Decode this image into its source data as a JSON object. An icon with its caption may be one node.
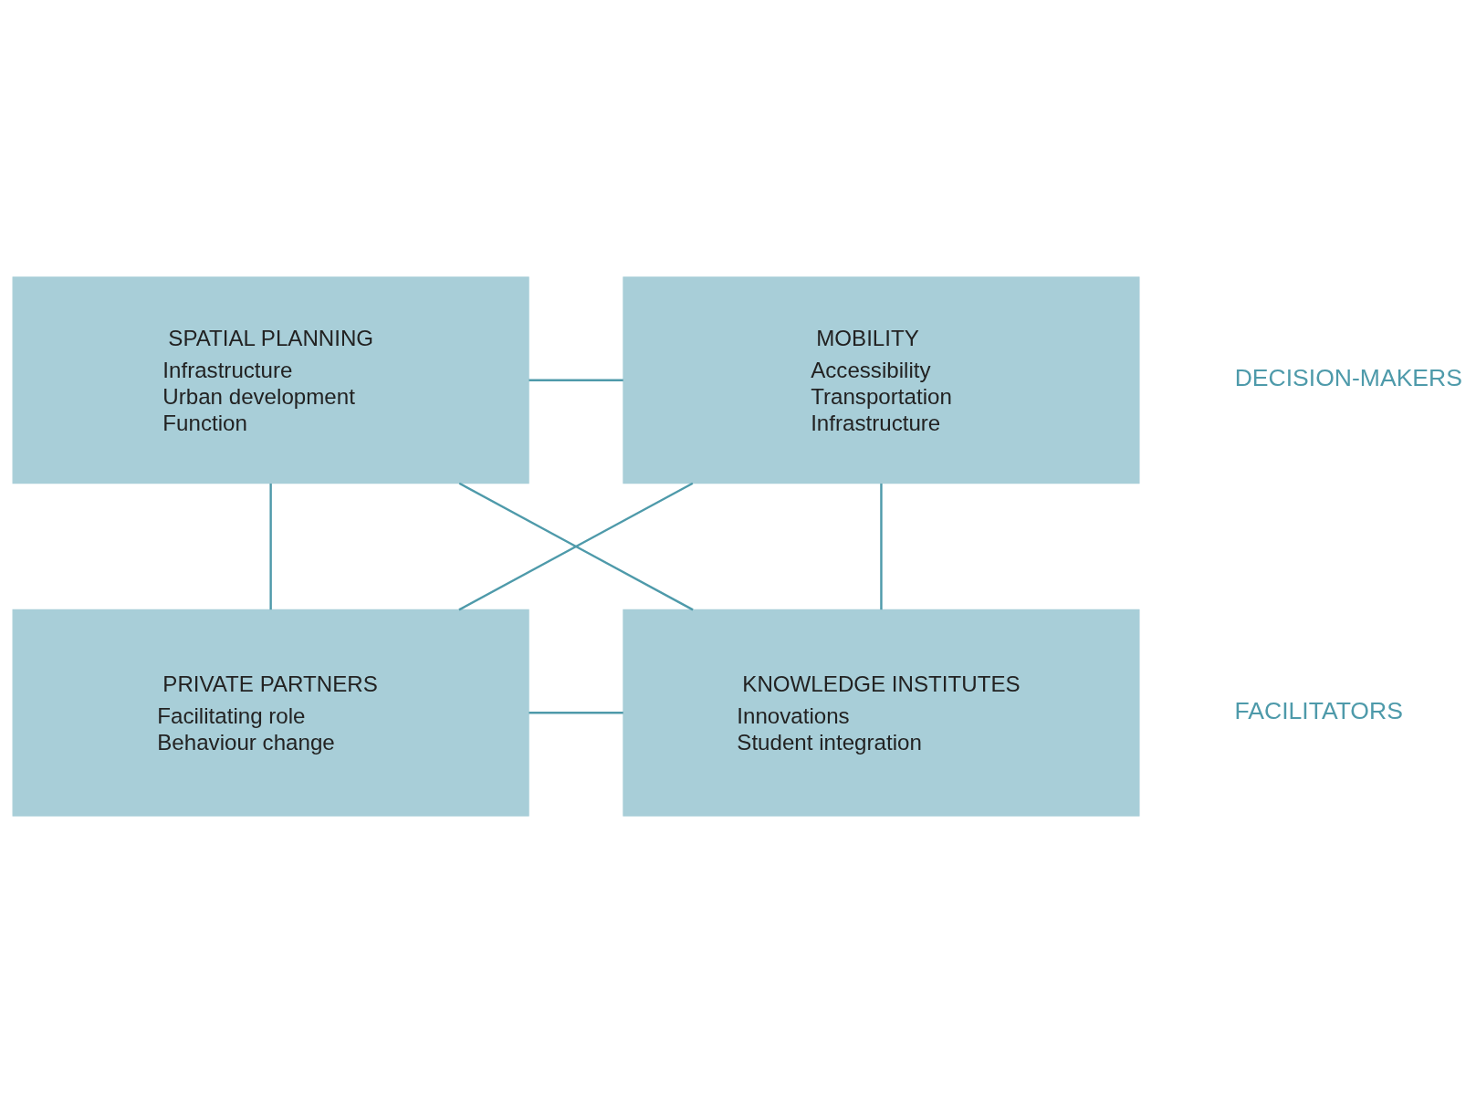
{
  "diagram": {
    "nodes": [
      {
        "text": [
          "SPATIAL PLANNING",
          "Infrastructure",
          "Urban development",
          "Function"
        ]
      },
      {
        "text": [
          "MOBILITY",
          "Accessibility",
          "Transportation",
          "Infrastructure"
        ]
      },
      {
        "text": [
          "PRIVATE PARTNERS",
          "Facilitating role",
          "Behaviour change"
        ]
      },
      {
        "text": [
          "KNOWLEDGE INSTITUTES",
          "Innovations",
          "Student integration"
        ]
      }
    ],
    "edges": [
      {
        "from": 0,
        "to": 1,
        "arrow": "none"
      },
      {
        "from": 0,
        "to": 2,
        "arrow": "none"
      },
      {
        "from": 0,
        "to": 3,
        "arrow": "none"
      },
      {
        "from": 1,
        "to": 2,
        "arrow": "none"
      },
      {
        "from": 1,
        "to": 3,
        "arrow": "none"
      },
      {
        "from": 2,
        "to": 3,
        "arrow": "none"
      }
    ],
    "labels": [
      "DECISION-MAKERS",
      "FACILITATORS"
    ]
  }
}
